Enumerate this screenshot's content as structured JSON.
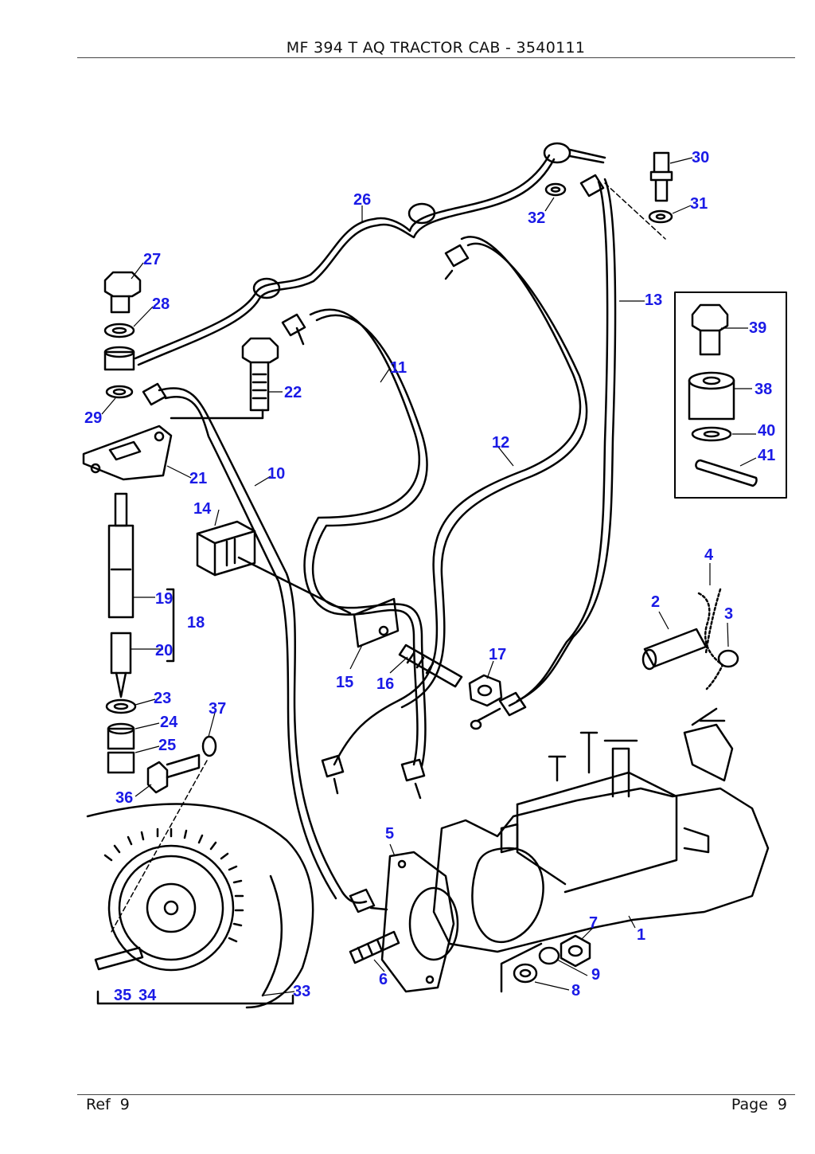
{
  "header": {
    "title": "MF 394 T AQ TRACTOR CAB - 3540111"
  },
  "callouts": [
    "1",
    "2",
    "3",
    "4",
    "5",
    "6",
    "7",
    "8",
    "9",
    "10",
    "11",
    "12",
    "13",
    "14",
    "15",
    "16",
    "17",
    "18",
    "19",
    "20",
    "21",
    "22",
    "23",
    "24",
    "25",
    "26",
    "27",
    "28",
    "29",
    "30",
    "31",
    "32",
    "33",
    "34",
    "35",
    "36",
    "37",
    "38",
    "39",
    "40",
    "41"
  ],
  "footer": {
    "ref_label": "Ref",
    "ref_value": "9",
    "page_label": "Page",
    "page_value": "9"
  },
  "colors": {
    "callout": "#1a1ae6",
    "line": "#000000",
    "rule": "#444444"
  },
  "diagram_name": "injection-pump-and-fuel-lines-exploded-view"
}
